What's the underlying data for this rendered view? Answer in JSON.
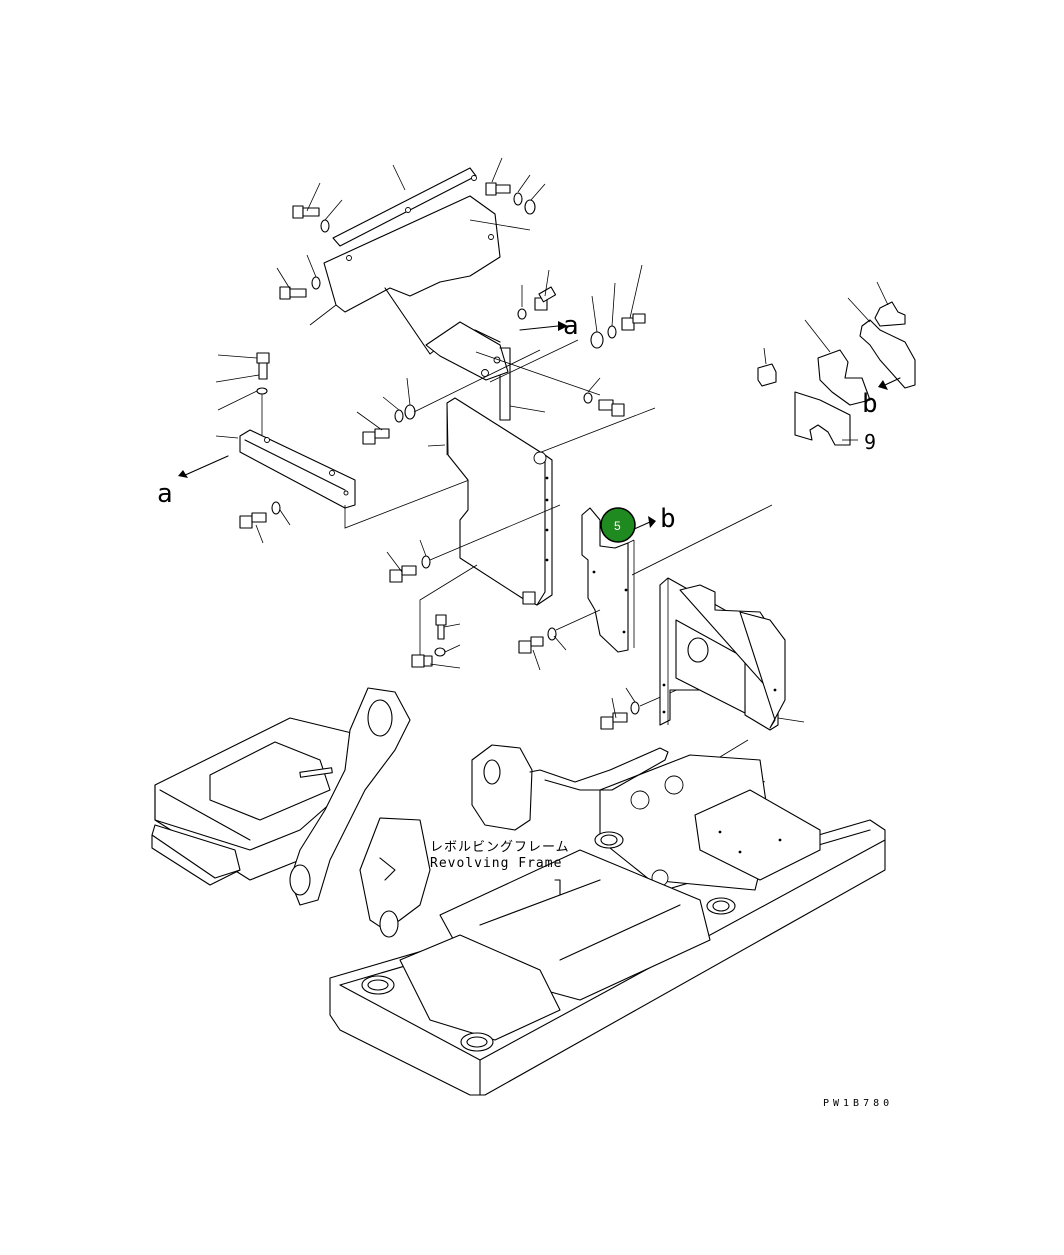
{
  "diagram": {
    "ref_label_a_left": "a",
    "ref_label_a_right": "a",
    "ref_label_b_upper": "b",
    "ref_label_b_lower": "b",
    "part_number_9": "9",
    "frame_label_jp": "レボルビングフレーム",
    "frame_label_en": "Revolving Frame",
    "drawing_code": "PW1B780",
    "callout": {
      "number": "5",
      "color": "#1f8a1f"
    }
  }
}
